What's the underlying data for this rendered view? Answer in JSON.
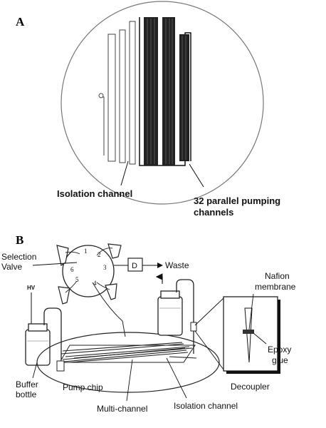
{
  "panel_a": {
    "letter": "A",
    "isolation_label": "Isolation channel",
    "pumping_label_line1": "32 parallel pumping",
    "pumping_label_line2": "channels"
  },
  "panel_b": {
    "letter": "B",
    "selection_valve_line1": "Selection",
    "selection_valve_line2": "Valve",
    "valve_ports": [
      "1",
      "2",
      "3",
      "4",
      "5",
      "6"
    ],
    "detector": "D",
    "waste": "Waste",
    "hv": "HV",
    "nafion_line1": "Nafion",
    "nafion_line2": "membrane",
    "epoxy_line1": "Epoxy",
    "epoxy_line2": "glue",
    "decoupler": "Decoupler",
    "buffer_line1": "Buffer",
    "buffer_line2": "bottle",
    "pump_chip": "Pump chip",
    "multi_channel": "Multi-channel",
    "isolation_channel": "Isolation channel"
  }
}
